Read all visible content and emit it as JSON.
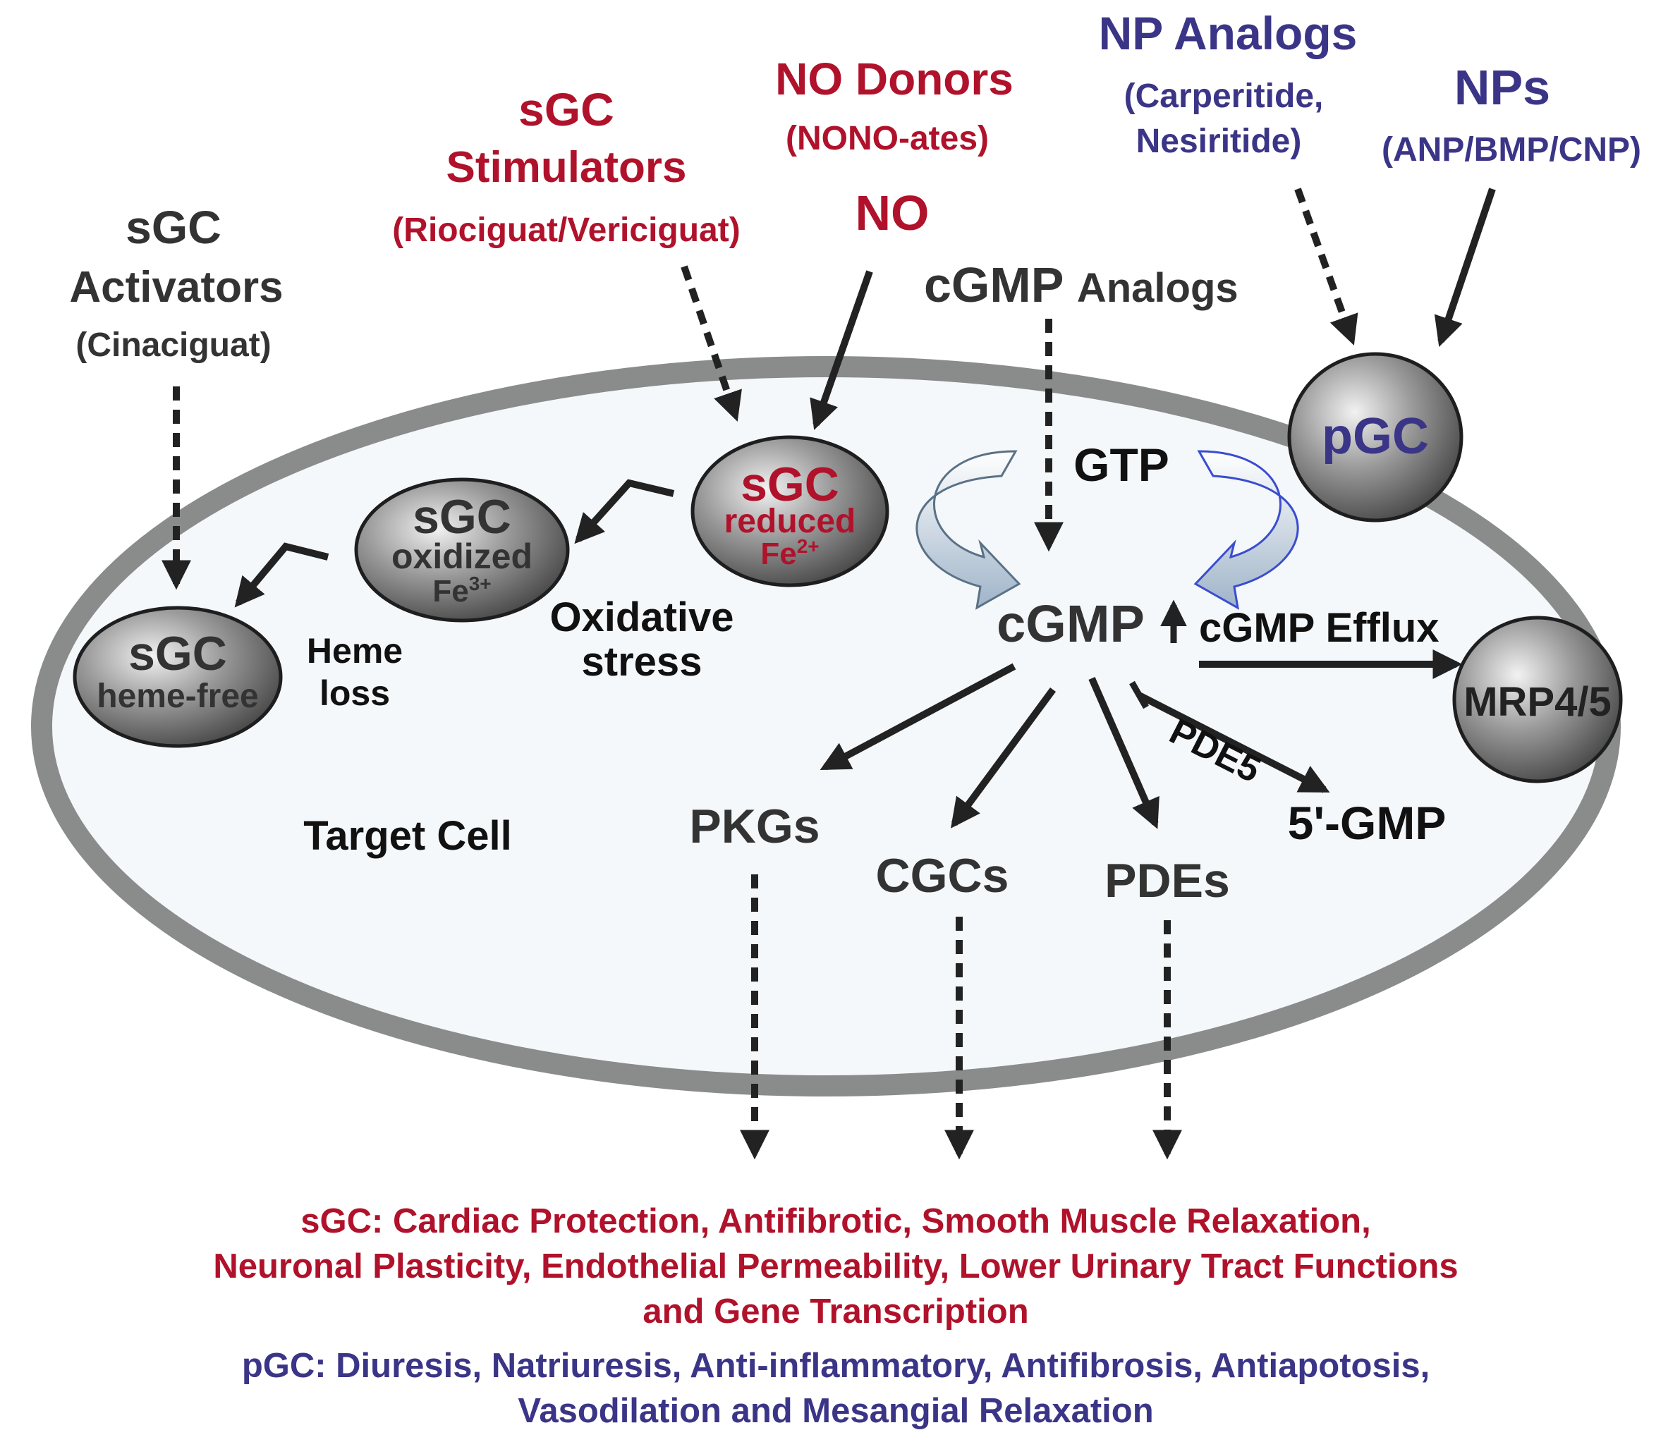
{
  "colors": {
    "red": "#b0122b",
    "blue": "#3b3587",
    "dark": "#333333",
    "black": "#111111",
    "cell_fill": "#f4f8fb",
    "membrane": "#8a8c8b"
  },
  "labels": {
    "np_analogs": "NP Analogs",
    "np_analogs_sub1": "(Carperitide,",
    "np_analogs_sub2": "Nesiritide)",
    "nps": "NPs",
    "nps_sub": "(ANP/BMP/CNP)",
    "no_donors": "NO Donors",
    "no_donors_sub": "(NONO-ates)",
    "no": "NO",
    "sgc_stim_1": "sGC",
    "sgc_stim_2": "Stimulators",
    "sgc_stim_sub": "(Riociguat/Vericiguat)",
    "sgc_act_1": "sGC",
    "sgc_act_2": "Activators",
    "sgc_act_sub": "(Cinaciguat)",
    "cgmp_analogs_a": "cGMP",
    "cgmp_analogs_b": "Analogs",
    "pgc": "pGC",
    "gtp": "GTP",
    "sgc": "sGC",
    "reduced": "reduced",
    "fe2": "Fe",
    "fe2_sup": "2+",
    "oxidized": "oxidized",
    "fe3": "Fe",
    "fe3_sup": "3+",
    "heme_free": "heme-free",
    "oxidative": "Oxidative",
    "stress": "stress",
    "heme": "Heme",
    "loss": "loss",
    "cgmp": "cGMP",
    "cgmp_efflux": "cGMP Efflux",
    "mrp": "MRP4/5",
    "pde5": "PDE5",
    "gmp5": "5'-GMP",
    "target_cell": "Target Cell",
    "pkgs": "PKGs",
    "cgcs": "CGCs",
    "pdes": "PDEs"
  },
  "effects": {
    "sgc_line1": "sGC: Cardiac Protection, Antifibrotic, Smooth Muscle Relaxation,",
    "sgc_line2": "Neuronal Plasticity, Endothelial Permeability, Lower Urinary Tract Functions",
    "sgc_line3": "and Gene Transcription",
    "pgc_line1": "pGC: Diuresis, Natriuresis, Anti-inflammatory, Antifibrosis, Antiapotosis,",
    "pgc_line2": "Vasodilation and Mesangial Relaxation"
  }
}
